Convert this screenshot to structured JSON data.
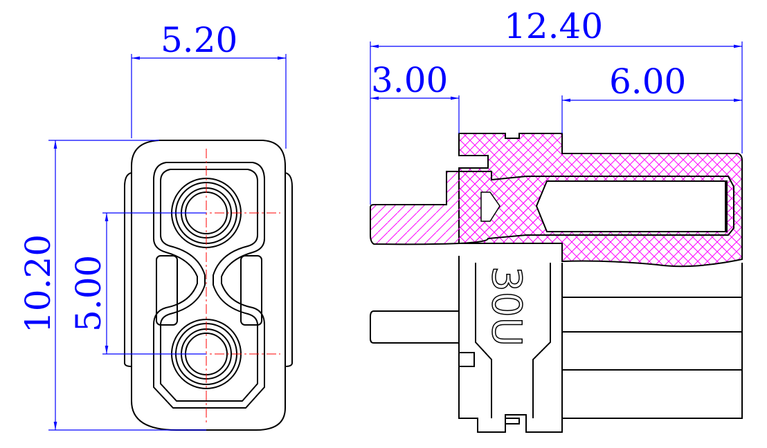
{
  "front_view": {
    "width_dim": "5.20",
    "height_dim": "10.20",
    "pitch_dim": "5.00"
  },
  "side_view": {
    "length_dim": "12.40",
    "pin_dim": "3.00",
    "socket_dim": "6.00",
    "body_marking": "30U"
  },
  "colors": {
    "dimension": "#0000ff",
    "centerline": "#ff0000",
    "hatch": "#ff00ff",
    "outline": "#000000"
  }
}
